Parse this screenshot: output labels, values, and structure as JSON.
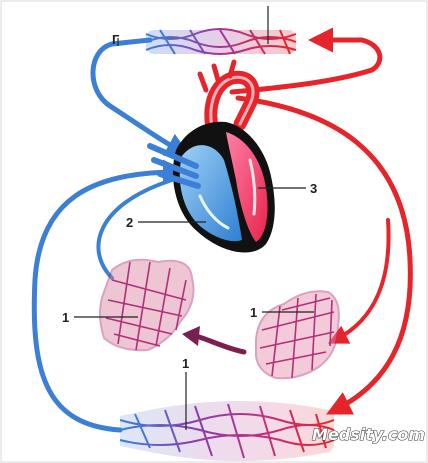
{
  "diagram": {
    "labels": {
      "top_left_mark": "Г",
      "heart_left": "2",
      "heart_right": "3",
      "capillary_left": "1",
      "capillary_right": "1",
      "capillary_bottom": "1"
    },
    "watermark": "Medsity.com",
    "colors": {
      "arterial": "#e8242b",
      "venous": "#3b7fd6",
      "capillary": "#b0307a",
      "flow_arrow": "#7a1f4f",
      "heart_outline": "#111111"
    }
  }
}
